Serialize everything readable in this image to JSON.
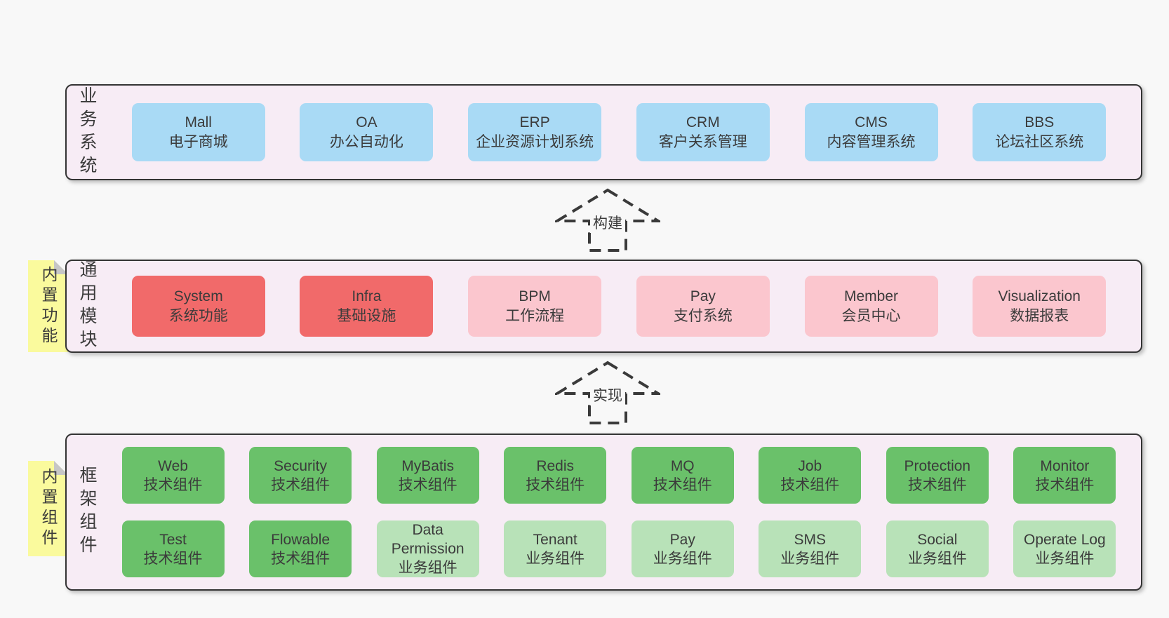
{
  "layers": {
    "business": {
      "label": "业务系统",
      "boxes": [
        {
          "name": "Mall",
          "desc": "电子商城"
        },
        {
          "name": "OA",
          "desc": "办公自动化"
        },
        {
          "name": "ERP",
          "desc": "企业资源计划系统"
        },
        {
          "name": "CRM",
          "desc": "客户关系管理"
        },
        {
          "name": "CMS",
          "desc": "内容管理系统"
        },
        {
          "name": "BBS",
          "desc": "论坛社区系统"
        }
      ]
    },
    "modules": {
      "label": "通用模块",
      "note": "内置功能",
      "boxes": [
        {
          "name": "System",
          "desc": "系统功能"
        },
        {
          "name": "Infra",
          "desc": "基础设施"
        },
        {
          "name": "BPM",
          "desc": "工作流程"
        },
        {
          "name": "Pay",
          "desc": "支付系统"
        },
        {
          "name": "Member",
          "desc": "会员中心"
        },
        {
          "name": "Visualization",
          "desc": "数据报表"
        }
      ]
    },
    "components": {
      "label": "框架组件",
      "note": "内置组件",
      "row1": [
        {
          "name": "Web",
          "desc": "技术组件"
        },
        {
          "name": "Security",
          "desc": "技术组件"
        },
        {
          "name": "MyBatis",
          "desc": "技术组件"
        },
        {
          "name": "Redis",
          "desc": "技术组件"
        },
        {
          "name": "MQ",
          "desc": "技术组件"
        },
        {
          "name": "Job",
          "desc": "技术组件"
        },
        {
          "name": "Protection",
          "desc": "技术组件"
        },
        {
          "name": "Monitor",
          "desc": "技术组件"
        }
      ],
      "row2": [
        {
          "name": "Test",
          "desc": "技术组件"
        },
        {
          "name": "Flowable",
          "desc": "技术组件"
        },
        {
          "name": "Data Permission",
          "desc": "业务组件"
        },
        {
          "name": "Tenant",
          "desc": "业务组件"
        },
        {
          "name": "Pay",
          "desc": "业务组件"
        },
        {
          "name": "SMS",
          "desc": "业务组件"
        },
        {
          "name": "Social",
          "desc": "业务组件"
        },
        {
          "name": "Operate Log",
          "desc": "业务组件"
        }
      ]
    }
  },
  "arrows": {
    "build": "构建",
    "implement": "实现"
  },
  "colors": {
    "page_bg": "#F8F8F8",
    "layer_bg": "#F7ECF5",
    "layer_border": "#343434",
    "business_box": "#A9DAF5",
    "core_module_box": "#F16A6A",
    "extension_module_box": "#FBC6CE",
    "tech_component_box": "#6AC16A",
    "biz_component_box": "#B8E2B8",
    "note_bg": "#FAFA9D",
    "note_fold": "#C6C6C6",
    "text": "#3B3B3B"
  }
}
